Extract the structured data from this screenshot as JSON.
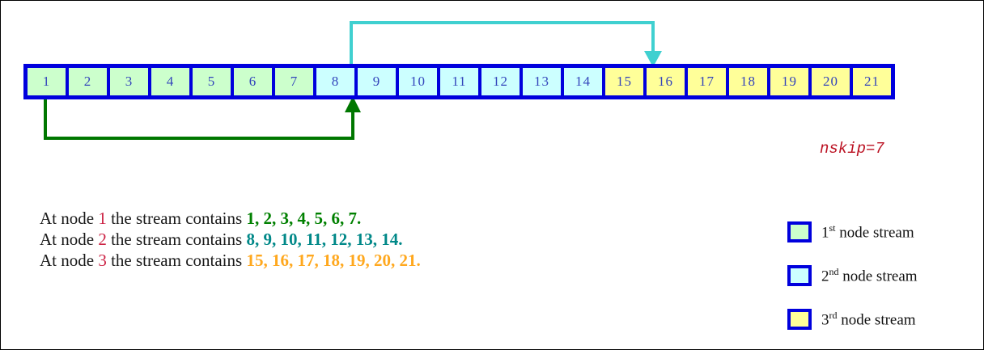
{
  "array": {
    "cells": [
      {
        "value": "1",
        "stream": 1
      },
      {
        "value": "2",
        "stream": 1
      },
      {
        "value": "3",
        "stream": 1
      },
      {
        "value": "4",
        "stream": 1
      },
      {
        "value": "5",
        "stream": 1
      },
      {
        "value": "6",
        "stream": 1
      },
      {
        "value": "7",
        "stream": 1
      },
      {
        "value": "8",
        "stream": 2
      },
      {
        "value": "9",
        "stream": 2
      },
      {
        "value": "10",
        "stream": 2
      },
      {
        "value": "11",
        "stream": 2
      },
      {
        "value": "12",
        "stream": 2
      },
      {
        "value": "13",
        "stream": 2
      },
      {
        "value": "14",
        "stream": 2
      },
      {
        "value": "15",
        "stream": 3
      },
      {
        "value": "16",
        "stream": 3
      },
      {
        "value": "17",
        "stream": 3
      },
      {
        "value": "18",
        "stream": 3
      },
      {
        "value": "19",
        "stream": 3
      },
      {
        "value": "20",
        "stream": 3
      },
      {
        "value": "21",
        "stream": 3
      }
    ]
  },
  "annotations": {
    "nskip_label": "nskip=7",
    "arrows": [
      {
        "name": "skip-arrow-cyan",
        "from_cell": "8",
        "to_cell": "15",
        "color": "#40d0d0",
        "side": "top"
      },
      {
        "name": "skip-arrow-green",
        "from_cell": "1",
        "to_cell": "8",
        "color": "#007700",
        "side": "bottom"
      }
    ]
  },
  "description": {
    "lines": [
      {
        "prefix": "At node ",
        "node": "1",
        "middle": " the stream contains ",
        "stream": "1, 2, 3, 4, 5, 6, 7."
      },
      {
        "prefix": "At node ",
        "node": "2",
        "middle": " the stream contains ",
        "stream": "8, 9, 10, 11, 12, 13, 14."
      },
      {
        "prefix": "At node ",
        "node": "3",
        "middle": " the stream contains ",
        "stream": "15, 16, 17, 18, 19, 20, 21."
      }
    ]
  },
  "legend": {
    "rows": [
      {
        "ordinal": "1",
        "suffix": "st",
        "text": " node stream",
        "stream": 1
      },
      {
        "ordinal": "2",
        "suffix": "nd",
        "text": " node stream",
        "stream": 2
      },
      {
        "ordinal": "3",
        "suffix": "rd",
        "text": " node stream",
        "stream": 3
      }
    ]
  },
  "colors": {
    "stream1_fill": "#ccffcc",
    "stream2_fill": "#ccffff",
    "stream3_fill": "#ffff99",
    "cell_border": "#0000dd",
    "cyan_arrow": "#40d0d0",
    "green_arrow": "#007700",
    "nskip_text": "#bb1122",
    "stream1_text": "#008000",
    "stream2_text": "#008888",
    "stream3_text": "#ffa81e",
    "node_number_text": "#cc2244"
  }
}
